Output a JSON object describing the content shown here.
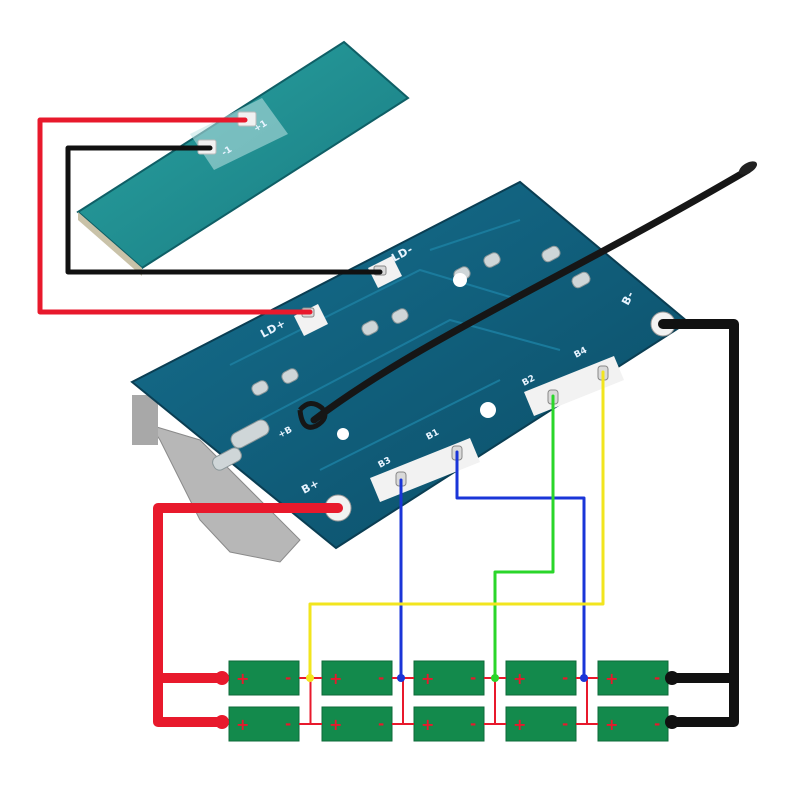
{
  "small_board": {
    "pad_plus": "+1",
    "pad_minus": "-1"
  },
  "main_board": {
    "labels": {
      "ld_minus": "LD-",
      "ld_plus": "LD+",
      "b_minus": "B-",
      "b_plus": "B+",
      "b1": "B1",
      "b2": "B2",
      "b3": "B3",
      "b4": "B4",
      "b8": "+B"
    }
  },
  "cells": {
    "rows": 2,
    "cols": 5,
    "pos_symbol": "+",
    "neg_symbol": "-"
  },
  "colors": {
    "pcb": "#0e5a78",
    "pcb_small": "#1e8a8a",
    "cell": "#138a4c",
    "red_wire": "#e8192c",
    "black_wire": "#111111",
    "blue_wire": "#1a35d8",
    "green_wire": "#2ad62a",
    "yellow_wire": "#f2e51e"
  }
}
